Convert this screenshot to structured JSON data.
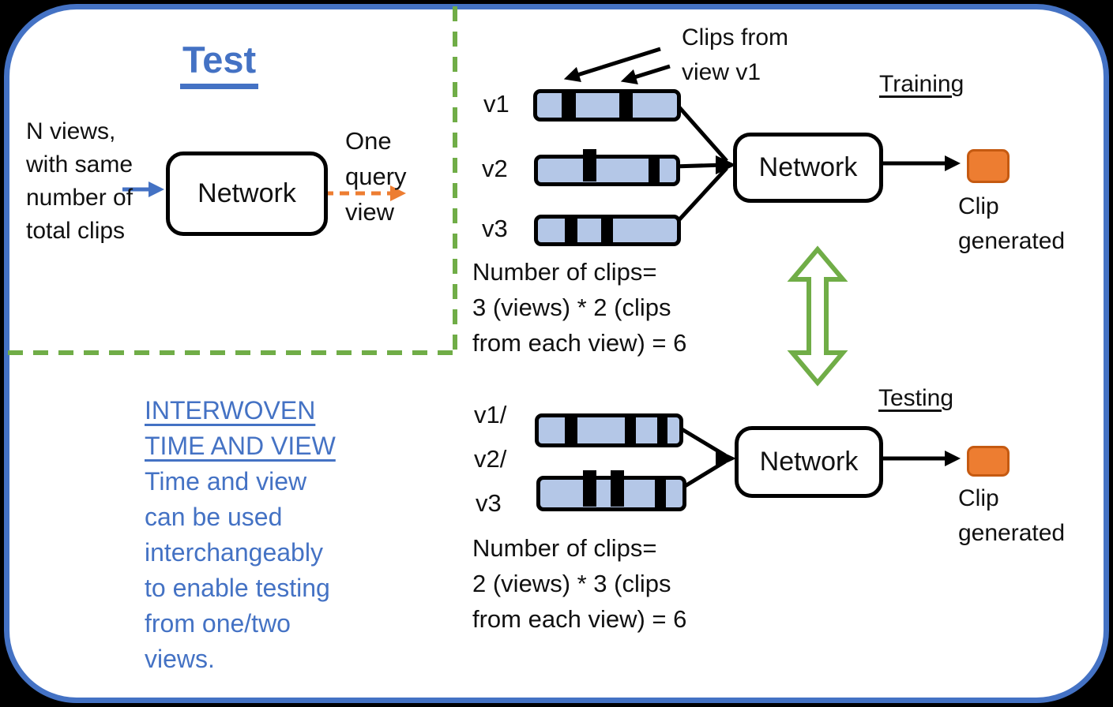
{
  "palette": {
    "blue": "#4472C4",
    "green": "#70AD47",
    "orange": "#ED7D31",
    "clip_fill": "#B4C7E7"
  },
  "test_panel": {
    "title": "Test",
    "input_lines": [
      "N views,",
      "with same",
      "number of",
      "total clips"
    ],
    "network_label": "Network",
    "output_lines": [
      "One",
      "query",
      "view"
    ]
  },
  "training_panel": {
    "header": "Training",
    "annotation_lines": [
      "Clips from",
      "view v1"
    ],
    "views": [
      "v1",
      "v2",
      "v3"
    ],
    "bars": [
      {
        "segments": [
          {
            "x": 0.175,
            "w": 0.1
          },
          {
            "x": 0.587,
            "w": 0.096
          }
        ]
      },
      {
        "segments": [
          {
            "x": 0.326,
            "w": 0.097,
            "tall": true
          },
          {
            "x": 0.8,
            "w": 0.08
          }
        ]
      },
      {
        "segments": [
          {
            "x": 0.193,
            "w": 0.09
          },
          {
            "x": 0.455,
            "w": 0.085
          }
        ]
      }
    ],
    "network_label": "Network",
    "result_lines": [
      "Clip",
      "generated"
    ],
    "count_lines": [
      "Number of clips=",
      "3 (views) * 2 (clips",
      "from each view) = 6"
    ]
  },
  "testing_panel": {
    "header": "Testing",
    "views": [
      "v1/",
      "v2/",
      "v3"
    ],
    "bars": [
      {
        "segments": [
          {
            "x": 0.185,
            "w": 0.09
          },
          {
            "x": 0.61,
            "w": 0.079
          },
          {
            "x": 0.843,
            "w": 0.07
          }
        ]
      },
      {
        "segments": [
          {
            "x": 0.3,
            "w": 0.094,
            "tall": true
          },
          {
            "x": 0.494,
            "w": 0.094,
            "tall": true
          },
          {
            "x": 0.806,
            "w": 0.078
          }
        ]
      }
    ],
    "network_label": "Network",
    "result_lines": [
      "Clip",
      "generated"
    ],
    "count_lines": [
      "Number of clips=",
      "2 (views) * 3 (clips",
      "from each view) = 6"
    ]
  },
  "note_panel": {
    "heading_lines": [
      "INTERWOVEN",
      "TIME AND VIEW"
    ],
    "body_lines": [
      "Time and view",
      "can be used",
      "interchangeably",
      "to enable testing",
      "from one/two",
      "views."
    ]
  }
}
